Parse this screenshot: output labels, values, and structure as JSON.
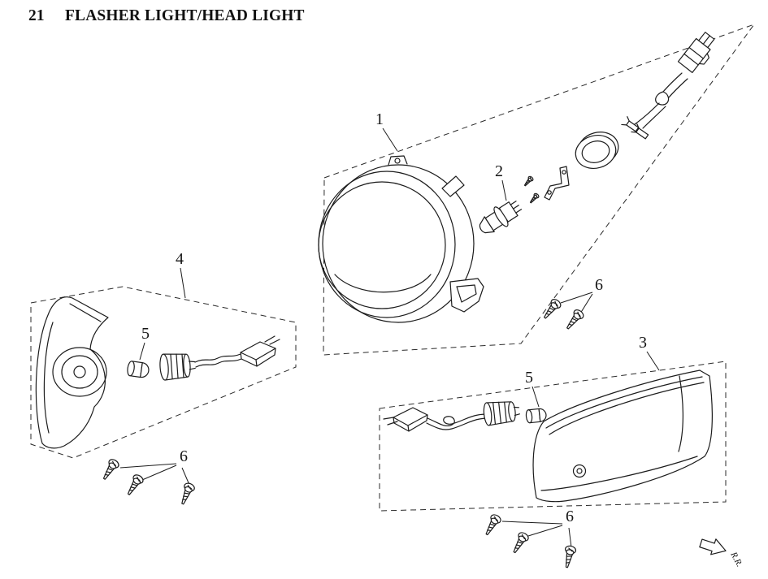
{
  "page": {
    "number": "21",
    "title": "FLASHER LIGHT/HEAD LIGHT"
  },
  "labels": {
    "part1": "1",
    "part2": "2",
    "part3": "3",
    "part4": "4",
    "part5": "5",
    "part6": "6"
  },
  "corner_marker": "R.R.",
  "colors": {
    "line": "#1c1c1c",
    "background": "#ffffff"
  }
}
